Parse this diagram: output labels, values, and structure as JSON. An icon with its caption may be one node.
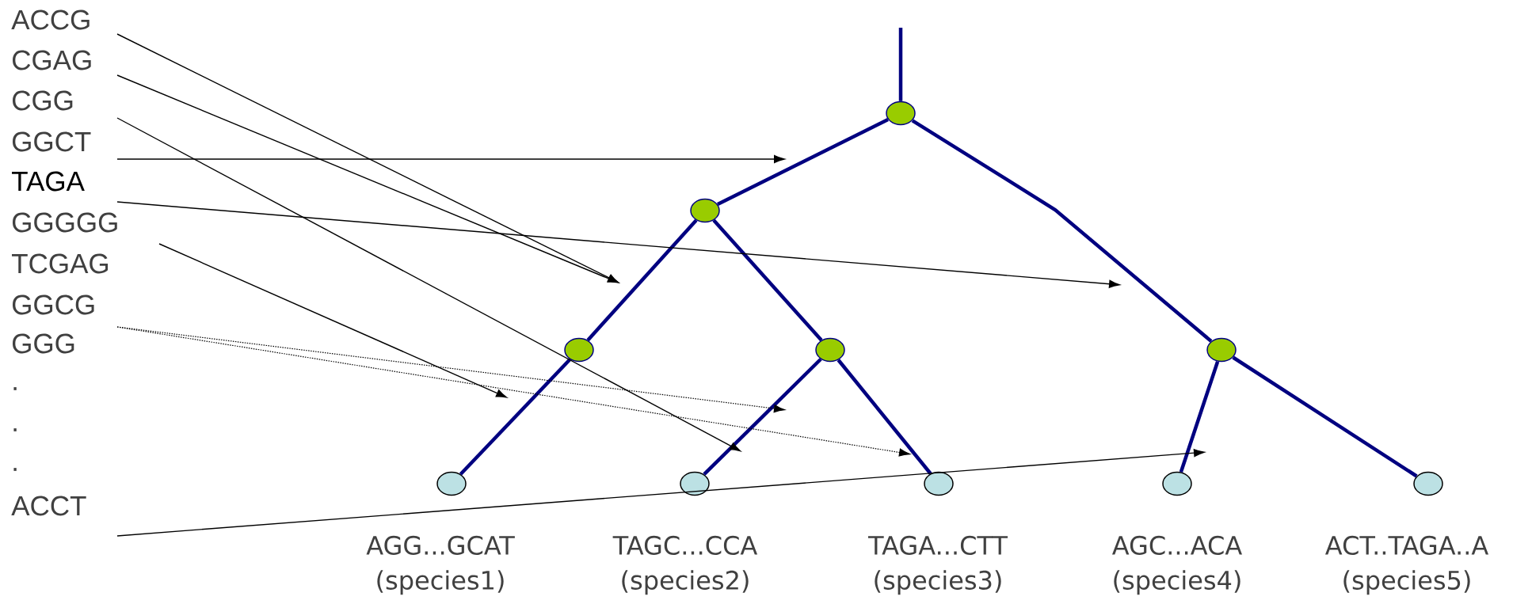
{
  "diagram": {
    "nodes": [
      {
        "text": [
          "ACCG"
        ]
      },
      {
        "text": [
          "CGAG"
        ]
      },
      {
        "text": [
          "CGG"
        ]
      },
      {
        "text": [
          "GGCT"
        ]
      },
      {
        "text": [
          "TAGA"
        ]
      },
      {
        "text": [
          "GGGGG"
        ]
      },
      {
        "text": [
          "GGCG"
        ]
      },
      {
        "text": [
          "ACCT"
        ]
      },
      {
        "text": [],
        "shape": "circle"
      },
      {
        "text": [],
        "shape": "circle"
      },
      {
        "text": [],
        "shape": "circle"
      },
      {
        "text": [],
        "shape": "circle"
      },
      {
        "text": [],
        "shape": "circle"
      },
      {
        "text": [],
        "shape": "circle",
        "beside": [
          "AGG...GCAT",
          "(species1)"
        ]
      },
      {
        "text": [],
        "shape": "circle",
        "beside": [
          "TAGC...CCA",
          "(species2)"
        ]
      },
      {
        "text": [],
        "shape": "circle",
        "beside": [
          "TAGA...CTT",
          "(species3)"
        ]
      },
      {
        "text": [],
        "shape": "circle",
        "beside": [
          "AGC...ACA",
          "(species4)"
        ]
      },
      {
        "text": [],
        "shape": "circle",
        "beside": [
          "ACT..TAGA..A",
          "(species5)"
        ]
      }
    ],
    "edges": [
      {
        "from": null,
        "to": 8,
        "arrow": "none"
      },
      {
        "from": 8,
        "to": 9,
        "arrow": "none"
      },
      {
        "from": 8,
        "to": 12,
        "arrow": "none"
      },
      {
        "from": 9,
        "to": 10,
        "arrow": "none"
      },
      {
        "from": 9,
        "to": 11,
        "arrow": "none"
      },
      {
        "from": 10,
        "to": 13,
        "arrow": "none"
      },
      {
        "from": 11,
        "to": 14,
        "arrow": "none"
      },
      {
        "from": 11,
        "to": 15,
        "arrow": "none"
      },
      {
        "from": 12,
        "to": 16,
        "arrow": "none"
      },
      {
        "from": 12,
        "to": 17,
        "arrow": "none"
      },
      {
        "from": 0,
        "to": null,
        "arrow": "to",
        "color": "#000000"
      },
      {
        "from": 1,
        "to": null,
        "arrow": "to",
        "color": "#000000"
      },
      {
        "from": 2,
        "to": null,
        "arrow": "to",
        "color": "#000000"
      },
      {
        "from": 3,
        "to": null,
        "arrow": "to",
        "color": "#000000"
      },
      {
        "from": 4,
        "to": null,
        "arrow": "to",
        "color": "#000000"
      },
      {
        "from": 5,
        "to": null,
        "arrow": "to",
        "color": "#000000"
      },
      {
        "from": 6,
        "to": null,
        "arrow": "to",
        "style": "dashed",
        "color": "#000000"
      },
      {
        "from": 6,
        "to": null,
        "arrow": "to",
        "style": "dashed",
        "color": "#000000"
      },
      {
        "from": 7,
        "to": null,
        "arrow": "to",
        "color": "#000000"
      }
    ],
    "labels": [
      "TCGAG",
      "GGG",
      ".",
      ".",
      "."
    ]
  }
}
